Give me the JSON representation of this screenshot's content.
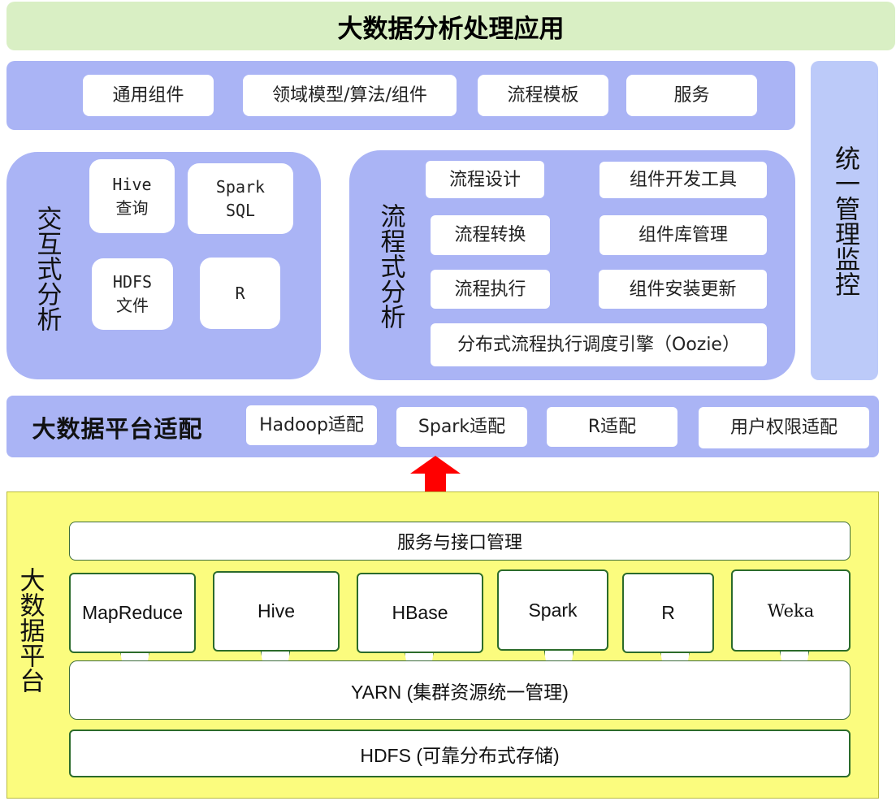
{
  "title": "大数据分析处理应用",
  "top_row": [
    "通用组件",
    "领域模型/算法/组件",
    "流程模板",
    "服务"
  ],
  "interactive": {
    "label": "交互式分析",
    "items": [
      "Hive\n查询",
      "Spark\nSQL",
      "HDFS\n文件",
      "R"
    ]
  },
  "flow": {
    "label": "流程式分析",
    "left": [
      "流程设计",
      "流程转换",
      "流程执行"
    ],
    "right": [
      "组件开发工具",
      "组件库管理",
      "组件安装更新"
    ],
    "engine": "分布式流程执行调度引擎（Oozie）"
  },
  "sidebar": {
    "label": "统一管理监控"
  },
  "adapt": {
    "title": "大数据平台适配",
    "items": [
      "Hadoop适配",
      "Spark适配",
      "R适配",
      "用户权限适配"
    ]
  },
  "platform": {
    "label": "大数据平台",
    "service": "服务与接口管理",
    "modules": [
      "MapReduce",
      "Hive",
      "HBase",
      "Spark",
      "R",
      "Weka"
    ],
    "yarn": "YARN (集群资源统一管理)",
    "hdfs": "HDFS (可靠分布式存储)"
  },
  "colors": {
    "title_bg": "#d9efc4",
    "panel": "#aab4f5",
    "sidebar": "#bccaf9",
    "platform_bg": "#fbfc7e",
    "arrow": "#ff0000",
    "module_border": "#2b6b2b"
  }
}
